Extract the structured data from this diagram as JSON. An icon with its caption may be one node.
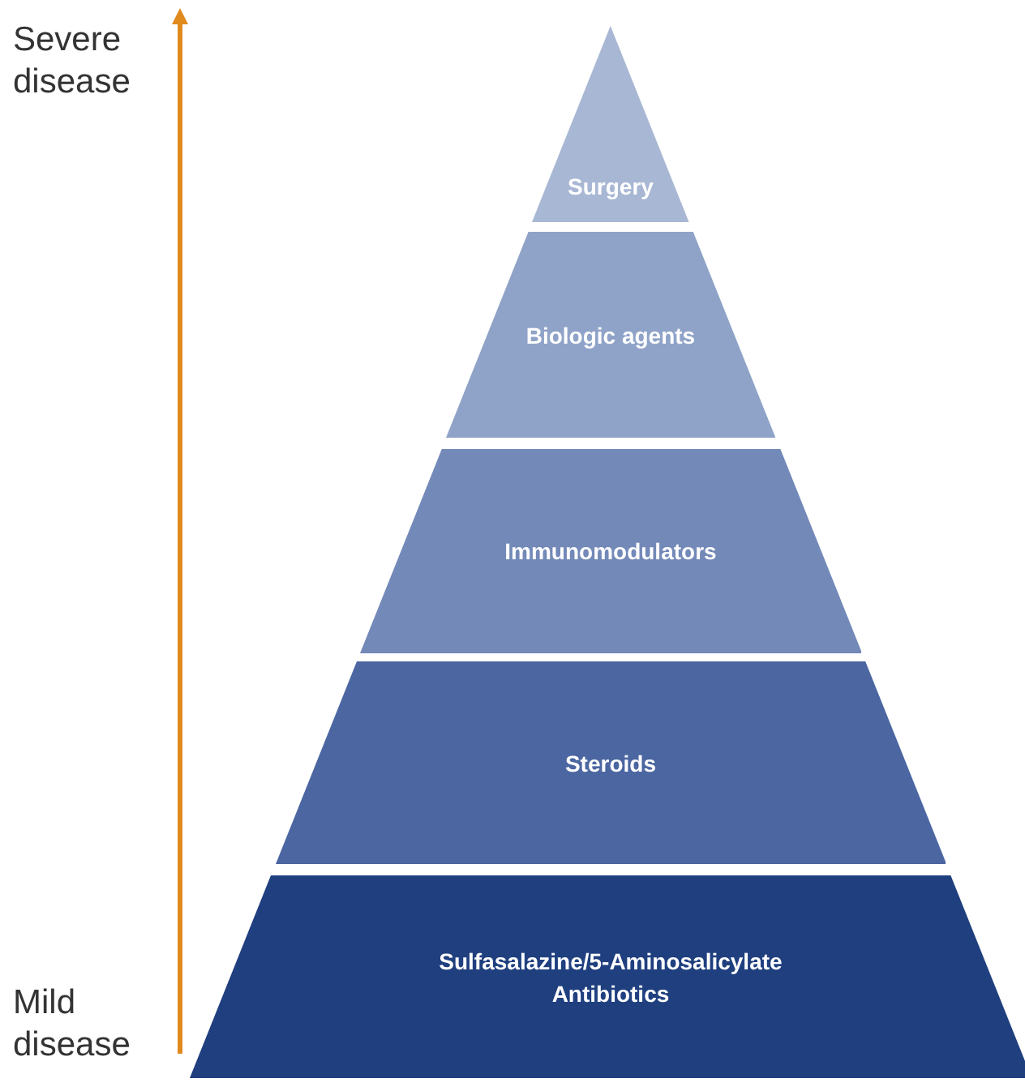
{
  "diagram": {
    "nodes": [
      {
        "text": [
          "Surgery"
        ]
      },
      {
        "text": [
          "Biologic agents"
        ]
      },
      {
        "text": [
          "Immunomodulators"
        ]
      },
      {
        "text": [
          "Steroids"
        ]
      },
      {
        "text": [
          "Sulfasalazine/5-Aminosalicylate",
          "Antibiotics"
        ]
      }
    ],
    "labels": [
      "Severe disease",
      "Mild disease"
    ]
  }
}
